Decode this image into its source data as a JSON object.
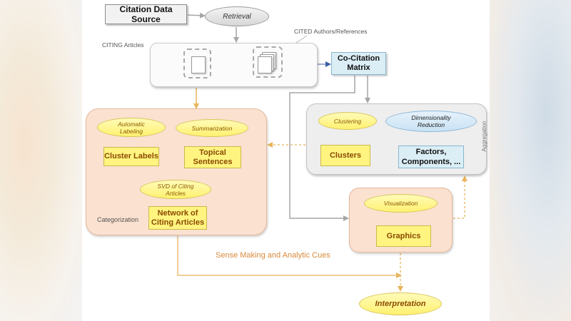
{
  "nodes": {
    "source": "Citation Data Source",
    "retrieval": "Retrieval",
    "citing_label": "CITING Articles",
    "cited_label": "CITED Authors/References",
    "matrix_line1": "Co-Citation",
    "matrix_line2": "Matrix"
  },
  "categorization": {
    "panel_label": "Categorization",
    "auto_label_line1": "Automatic",
    "auto_label_line2": "Labeling",
    "summarization": "Summarization",
    "cluster_labels": "Cluster Labels",
    "topical_line1": "Topical",
    "topical_line2": "Sentences",
    "svd_line1": "SVD of Citing",
    "svd_line2": "Articles",
    "network_line1": "Network of",
    "network_line2": "Citing Articles"
  },
  "aggregation": {
    "panel_label": "Aggregation",
    "clustering": "Clustering",
    "dimred_line1": "Dimensionality",
    "dimred_line2": "Reduction",
    "clusters": "Clusters",
    "factors_line1": "Factors,",
    "factors_line2": "Components, ..."
  },
  "visualization": {
    "visualization": "Visualization",
    "graphics": "Graphics"
  },
  "cues": "Sense Making  and Analytic Cues",
  "interpretation": "Interpretation",
  "colors": {
    "cat_panel": "#fbe1d0",
    "yellow_fill": "#fff480",
    "blue_fill": "#dbeef6",
    "arrow_orange": "#e8b45a",
    "arrow_grey": "#b3b3b3"
  }
}
